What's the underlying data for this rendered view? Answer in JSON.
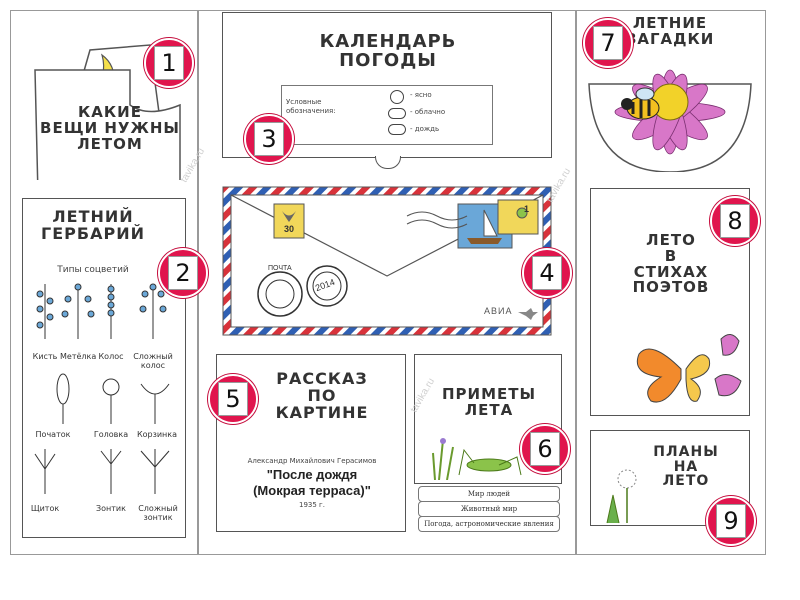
{
  "sections": {
    "things": {
      "title": "КАКИЕ\nВЕЩИ НУЖНЫ\nЛЕТОМ",
      "number": "1"
    },
    "herbarium": {
      "title": "ЛЕТНИЙ\nГЕРБАРИЙ",
      "subtitle": "Типы соцветий",
      "number": "2",
      "types": [
        "Кисть",
        "Метёлка",
        "Колос",
        "Сложный колос",
        "Початок",
        "Головка",
        "Корзинка",
        "Щиток",
        "Зонтик",
        "Сложный зонтик"
      ]
    },
    "calendar": {
      "title": "КАЛЕНДАРЬ\nПОГОДЫ",
      "number": "3",
      "legend_label": "Условные обозначения:",
      "legend": [
        "- ясно",
        "- облачно",
        "- дождь"
      ]
    },
    "envelope": {
      "number": "4",
      "stamp1": "30",
      "stamp2": "1",
      "postmark_text": "ПОЧТА",
      "postmark_year": "2014",
      "avia": "АВИА"
    },
    "story": {
      "title": "РАССКАЗ\nПО\nКАРТИНЕ",
      "number": "5",
      "author": "Александр Михайлович Герасимов",
      "painting": "\"После дождя\n(Мокрая терраса)\"",
      "year": "1935 г."
    },
    "signs": {
      "title": "ПРИМЕТЫ\nЛЕТА",
      "number": "6",
      "tabs": [
        "Мир людей",
        "Животный мир",
        "Погода, астрономические явления"
      ]
    },
    "riddles": {
      "title": "ЛЕТНИЕ\nЗАГАДКИ",
      "number": "7"
    },
    "poems": {
      "title": "ЛЕТО\nВ\nСТИХАХ\nПОЭТОВ",
      "number": "8"
    },
    "plans": {
      "title": "ПЛАНЫ\nНА\nЛЕТО",
      "number": "9"
    }
  },
  "watermark": "tavika.ru",
  "colors": {
    "badge": "#e0154d",
    "border": "#555555",
    "flower": "#d877c8",
    "envelope_red": "#d8323a",
    "envelope_blue": "#2f5fb3"
  }
}
